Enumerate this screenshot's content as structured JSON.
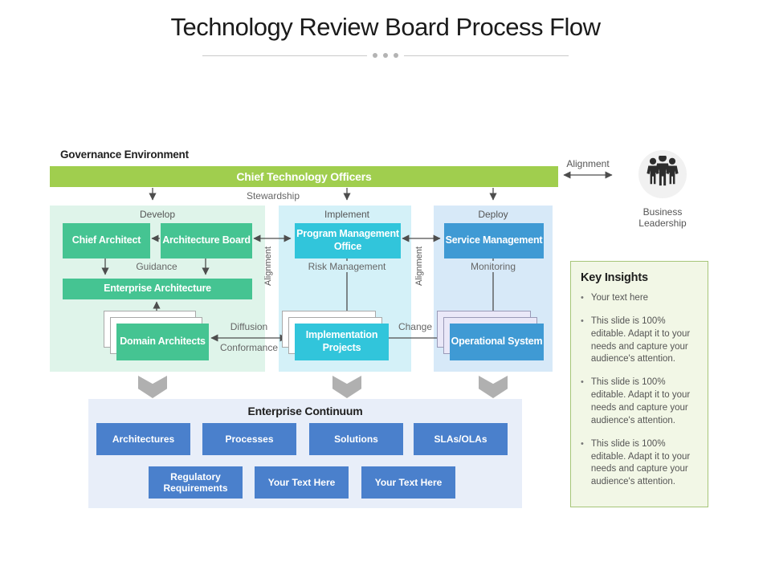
{
  "title": "Technology Review Board Process Flow",
  "governance": {
    "label": "Governance Environment",
    "cto": "Chief Technology Officers",
    "stewardship": "Stewardship"
  },
  "leadership": {
    "alignment": "Alignment",
    "label": "Business Leadership"
  },
  "develop": {
    "phase": "Develop",
    "chief_architect": "Chief Architect",
    "architecture_board": "Architecture Board",
    "guidance": "Guidance",
    "enterprise_architecture": "Enterprise Architecture",
    "domain_architects": "Domain Architects",
    "diffusion": "Diffusion",
    "conformance": "Conformance"
  },
  "implement": {
    "phase": "Implement",
    "pmo": "Program Management Office",
    "risk_management": "Risk Management",
    "implementation_projects": "Implementation Projects",
    "change": "Change",
    "alignment_left": "Alignment",
    "alignment_right": "Alignment"
  },
  "deploy": {
    "phase": "Deploy",
    "service_management": "Service Management",
    "monitoring": "Monitoring",
    "operational_system": "Operational System"
  },
  "continuum": {
    "title": "Enterprise Continuum",
    "row1": [
      "Architectures",
      "Processes",
      "Solutions",
      "SLAs/OLAs"
    ],
    "row2": [
      "Regulatory Requirements",
      "Your Text Here",
      "Your Text Here"
    ]
  },
  "key_insights": {
    "title": "Key Insights",
    "bullets": [
      "Your text here",
      "This slide is 100% editable. Adapt it to your needs and capture your audience's attention.",
      "This slide is 100% editable. Adapt it to your needs and capture your audience's attention.",
      "This slide is 100% editable. Adapt it to your needs and capture your audience's attention."
    ]
  },
  "colors": {
    "cto_bar": "#A0CE4E",
    "develop_box": "#45C492",
    "implement_box": "#31C5DB",
    "deploy_box": "#3F9AD4",
    "continuum_box": "#4A80CC",
    "develop_panel": "#DFF4EA",
    "implement_panel": "#D4F1F8",
    "deploy_panel": "#D7E9F8",
    "continuum_panel": "#E8EEF9",
    "insights_bg": "#F2F7E6",
    "insights_border": "#A6C578",
    "chevron": "#B0B0B0"
  }
}
